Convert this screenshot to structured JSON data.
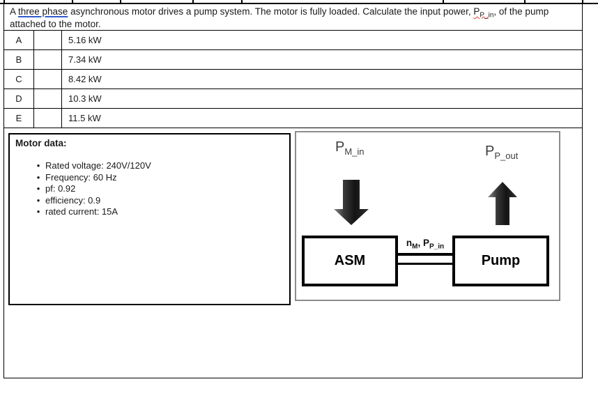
{
  "question": {
    "line1_prefix": "A ",
    "grammar_flag": "three phase",
    "line1_mid": " asynchronous motor drives a pump system. The motor is fully loaded. Calculate the input power, ",
    "p_token": {
      "base": "P",
      "sub": "P_in"
    },
    "line1_suffix": ", of the pump",
    "line2": "attached to the motor."
  },
  "options": [
    {
      "letter": "A",
      "value": "5.16 kW"
    },
    {
      "letter": "B",
      "value": "7.34 kW"
    },
    {
      "letter": "C",
      "value": "8.42 kW"
    },
    {
      "letter": "D",
      "value": "10.3 kW"
    },
    {
      "letter": "E",
      "value": "11.5 kW"
    }
  ],
  "motor_data": {
    "title": "Motor data:",
    "items": [
      "Rated voltage: 240V/120V",
      "Frequency: 60 Hz",
      "pf: 0.92",
      "efficiency: 0.9",
      "rated current: 15A"
    ]
  },
  "diagram": {
    "motor_input_label": {
      "base": "P",
      "sub": "M_in"
    },
    "pump_output_label": {
      "base": "P",
      "sub": "P_out"
    },
    "asm_box": "ASM",
    "pump_box": "Pump",
    "shaft_label": {
      "n_base": "n",
      "n_sub": "M",
      "separator": ", ",
      "p_base": "P",
      "p_sub": "P_in"
    }
  },
  "colors": {
    "grammar_underline": "#2f5bcc",
    "spell_underline": "#e03c31",
    "diagram_border": "#8c8c8c",
    "diagram_label_gray": "#3d3d3d",
    "arrow_dark": "#161616",
    "arrow_light": "#8a8a8a"
  }
}
